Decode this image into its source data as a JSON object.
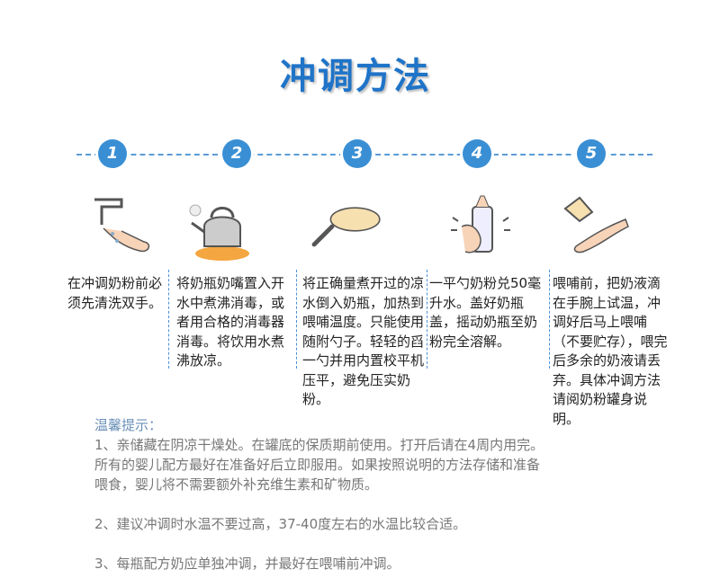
{
  "title": "冲调方法",
  "steps": [
    {
      "num": "1",
      "icon": "hand-washing-icon",
      "text": "在冲调奶粉前必须先清洗双手。"
    },
    {
      "num": "2",
      "icon": "boiling-kettle-icon",
      "text": "将奶瓶奶嘴置入开水中煮沸消毒，或者用合格的消毒器消毒。将饮用水煮沸放凉。"
    },
    {
      "num": "3",
      "icon": "measuring-scoop-icon",
      "text": "将正确量煮开过的凉水倒入奶瓶，加热到喂哺温度。只能使用随附勺子。轻轻的舀一勺并用内置校平机压平，避免压实奶粉。"
    },
    {
      "num": "4",
      "icon": "shaking-bottle-icon",
      "text": "一平勺奶粉兑50毫升水。盖好奶瓶盖，摇动奶瓶至奶粉完全溶解。"
    },
    {
      "num": "5",
      "icon": "wrist-test-icon",
      "text": "喂哺前，把奶液滴在手腕上试温，冲调好后马上喂哺（不要贮存），喂完后多余的奶液请丢弃。具体冲调方法请阅奶粉罐身说明。"
    }
  ],
  "tips": {
    "label": "温馨提示：",
    "items": [
      "1、亲储藏在阴凉干燥处。在罐底的保质期前使用。打开后请在4周内用完。",
      "所有的婴儿配方最好在准备好后立即服用。如果按照说明的方法存储和准备",
      "喂食，婴儿将不需要额外补充维生素和矿物质。",
      "2、建议冲调时水温不要过高，37-40度左右的水温比较合适。",
      "3、每瓶配方奶应单独冲调，并最好在喂哺前冲调。"
    ]
  },
  "colors": {
    "accent": "#3a8fd4",
    "title": "#1f74c8"
  }
}
